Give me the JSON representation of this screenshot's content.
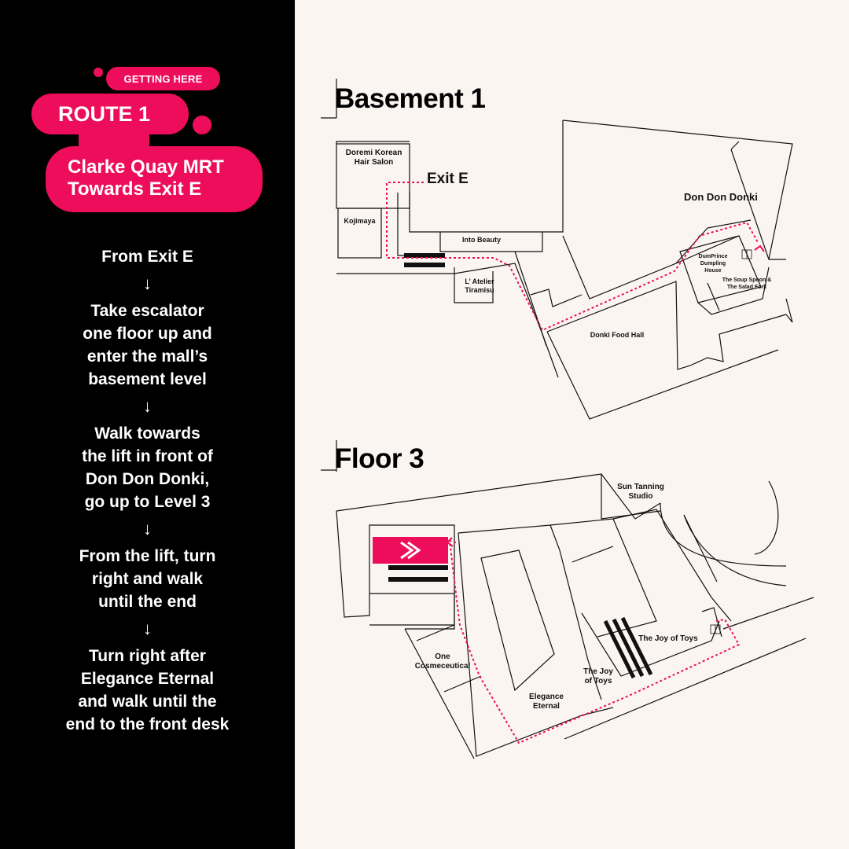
{
  "header": {
    "kicker": "GETTING HERE",
    "route": "ROUTE 1",
    "destination": "Clarke Quay MRT\nTowards Exit E"
  },
  "steps": [
    "From Exit E",
    "Take escalator\none floor up and\nenter the mall’s\nbasement level",
    "Walk towards\nthe lift in front of\nDon Don Donki,\ngo up to Level 3",
    "From the lift, turn\nright and walk\nuntil the end",
    "Turn right after\nElegance Eternal\nand walk until the\nend to the front desk"
  ],
  "arrow_glyph": "↓",
  "maps": {
    "basement": {
      "title": "Basement 1",
      "labels": {
        "doremi": "Doremi Korean\nHair Salon",
        "exit_e": "Exit E",
        "kojimaya": "Kojimaya",
        "into_beauty": "Into Beauty",
        "latelier": "L’ Atelier\nTiramisu",
        "don_don_donki": "Don Don Donki",
        "dumprince": "DumPrince\nDumpling\nHouse",
        "soup_spoon": "The Soup Spoon &\nThe Salad Fork",
        "food_hall": "Donki Food Hall"
      }
    },
    "floor3": {
      "title": "Floor 3",
      "labels": {
        "sun_tanning": "Sun Tanning\nStudio",
        "one_cosme": "One\nCosmeceutical",
        "joy_of_toys_large": "The Joy of Toys",
        "joy_of_toys_small": "The Joy\nof Toys",
        "elegance": "Elegance\nEternal"
      }
    }
  },
  "colors": {
    "accent": "#ee0d5b",
    "left_panel": "#000000",
    "map_background": "#fbf5f2",
    "line": "#111111"
  },
  "icons": {
    "lift": "lift-icon",
    "logo": "brand-chevron-logo",
    "escalator": "escalator-icon"
  }
}
